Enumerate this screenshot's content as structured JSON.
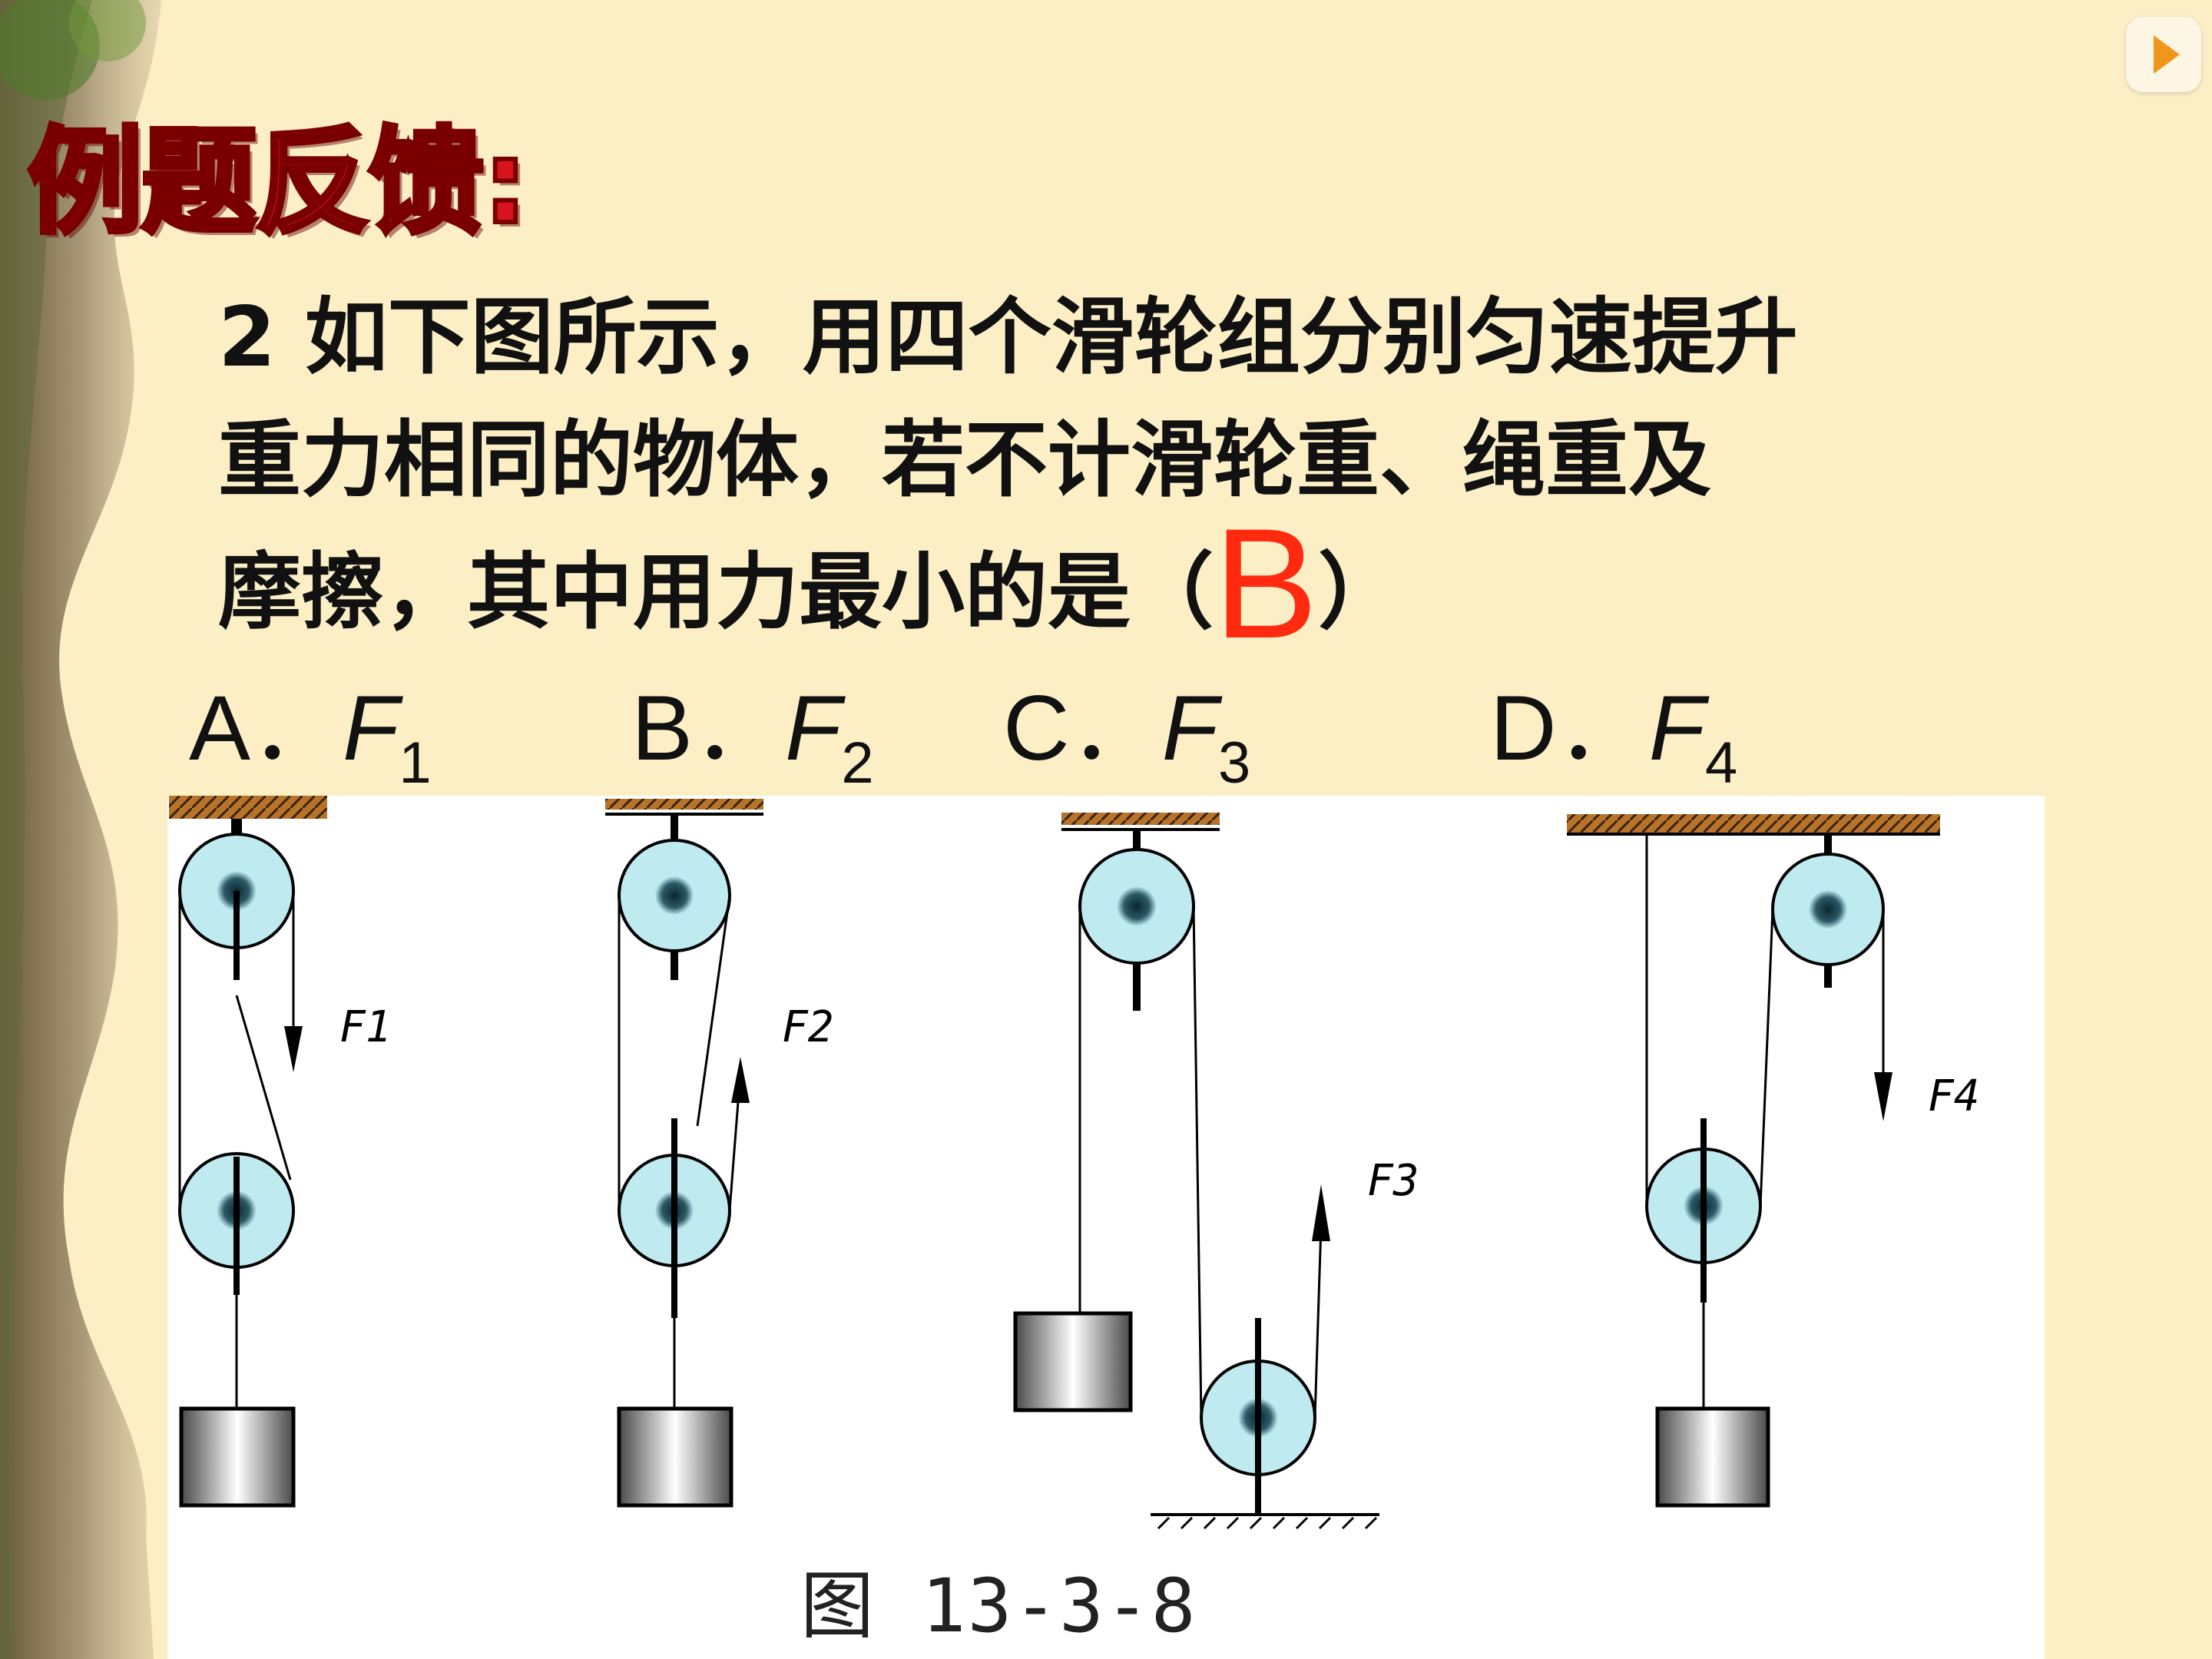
{
  "title": "例题反馈:",
  "question": {
    "line1": "2 如下图所示，用四个滑轮组分别匀速提升",
    "line2": "重力相同的物体，若不计滑轮重、绳重及",
    "line3_before": "摩擦，其中用力最小的是（",
    "answer": "B",
    "line3_after": "）"
  },
  "options": [
    {
      "letter": "A．",
      "force": "F",
      "sub": "1"
    },
    {
      "letter": "B．",
      "force": "F",
      "sub": "2"
    },
    {
      "letter": "C．",
      "force": "F",
      "sub": "3"
    },
    {
      "letter": "D．",
      "force": "F",
      "sub": "4"
    }
  ],
  "figure": {
    "labels": [
      "F1",
      "F2",
      "F3",
      "F4"
    ],
    "caption": "图 13-3-8"
  },
  "colors": {
    "background": "#fcefc6",
    "title": "#d8141e",
    "answer": "#ff2a10",
    "pulley": "#bfeaf0",
    "ceiling": "#b8732a"
  },
  "icons": {
    "play": "play-icon"
  }
}
